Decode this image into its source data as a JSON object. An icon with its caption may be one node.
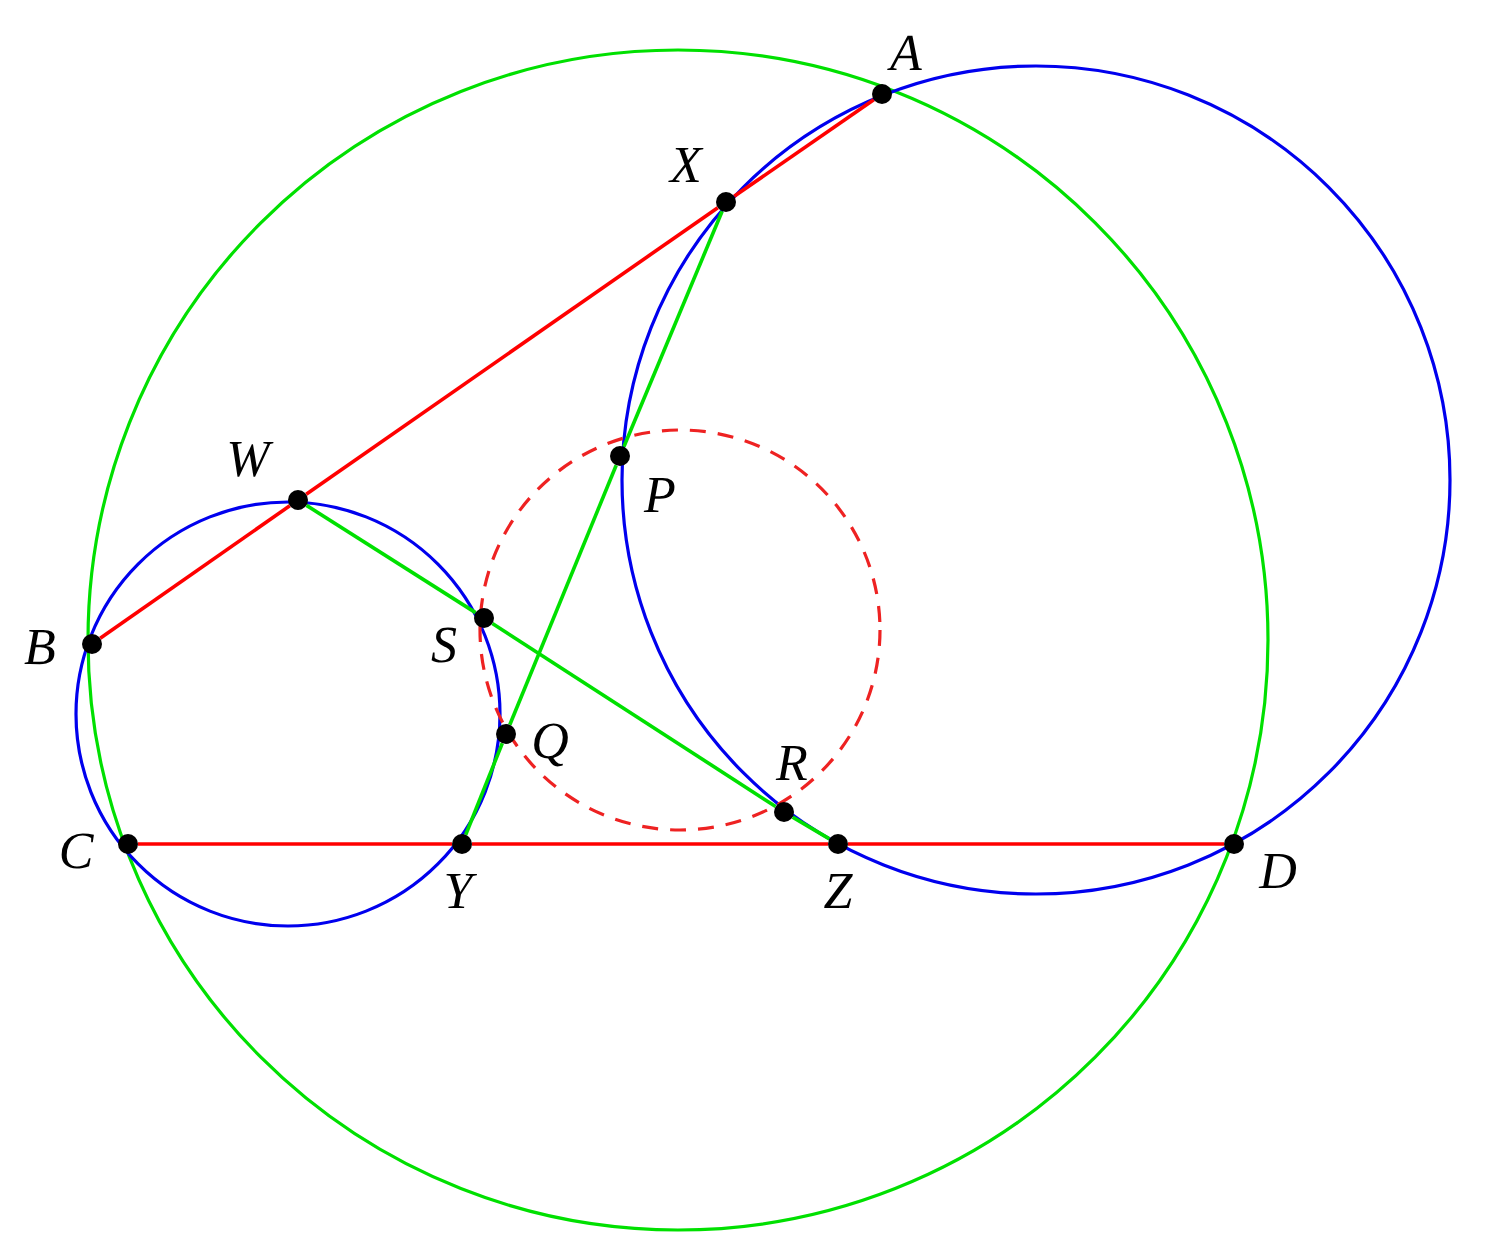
{
  "diagram": {
    "nodes": [
      {
        "text": [
          "A"
        ]
      },
      {
        "text": [
          "X"
        ]
      },
      {
        "text": [
          "W"
        ]
      },
      {
        "text": [
          "P"
        ]
      },
      {
        "text": [
          "B"
        ]
      },
      {
        "text": [
          "S"
        ]
      },
      {
        "text": [
          "Q"
        ]
      },
      {
        "text": [
          "R"
        ]
      },
      {
        "text": [
          "C"
        ]
      },
      {
        "text": [
          "Y"
        ]
      },
      {
        "text": [
          "Z"
        ]
      },
      {
        "text": [
          "D"
        ]
      }
    ],
    "edges": [
      {
        "from": 4,
        "to": 2,
        "arrow": "none",
        "color": "#ff0000"
      },
      {
        "from": 2,
        "to": 1,
        "arrow": "none",
        "color": "#ff0000"
      },
      {
        "from": 1,
        "to": 0,
        "arrow": "none",
        "color": "#ff0000"
      },
      {
        "from": 8,
        "to": 9,
        "arrow": "none",
        "color": "#ff0000"
      },
      {
        "from": 9,
        "to": 10,
        "arrow": "none",
        "color": "#ff0000"
      },
      {
        "from": 10,
        "to": 11,
        "arrow": "none",
        "color": "#ff0000"
      },
      {
        "from": 1,
        "to": 3,
        "arrow": "none",
        "color": "#00e000"
      },
      {
        "from": 3,
        "to": 6,
        "arrow": "none",
        "color": "#00e000"
      },
      {
        "from": 6,
        "to": 9,
        "arrow": "none",
        "color": "#00e000"
      },
      {
        "from": 2,
        "to": 5,
        "arrow": "none",
        "color": "#00e000"
      },
      {
        "from": 5,
        "to": 7,
        "arrow": "none",
        "color": "#00e000"
      },
      {
        "from": 7,
        "to": 10,
        "arrow": "none",
        "color": "#00e000"
      }
    ]
  }
}
